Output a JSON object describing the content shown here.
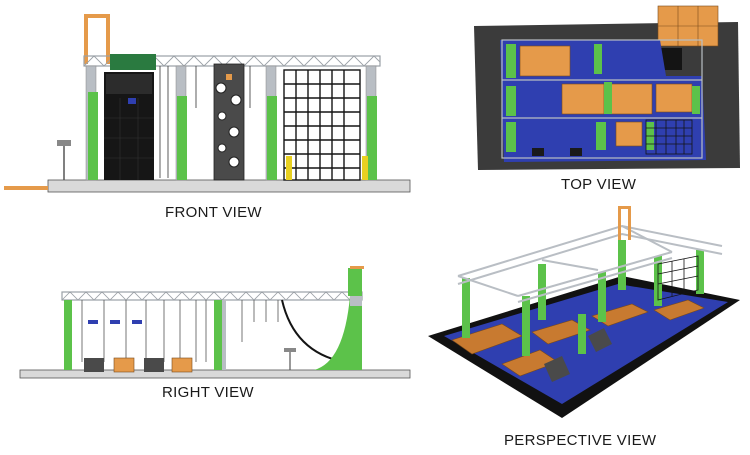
{
  "views": {
    "front": {
      "label": "FRONT VIEW"
    },
    "top": {
      "label": "TOP VIEW"
    },
    "right": {
      "label": "RIGHT VIEW"
    },
    "perspective": {
      "label": "PERSPECTIVE VIEW"
    }
  },
  "colors": {
    "truss": "#b9bec4",
    "pillar_green": "#5cc24a",
    "wood_orange": "#e59a4a",
    "floor_blue": "#2f3fb0",
    "net_black": "#141414",
    "ground_gray": "#d9d9d9",
    "dark_base": "#3b3b3b"
  }
}
